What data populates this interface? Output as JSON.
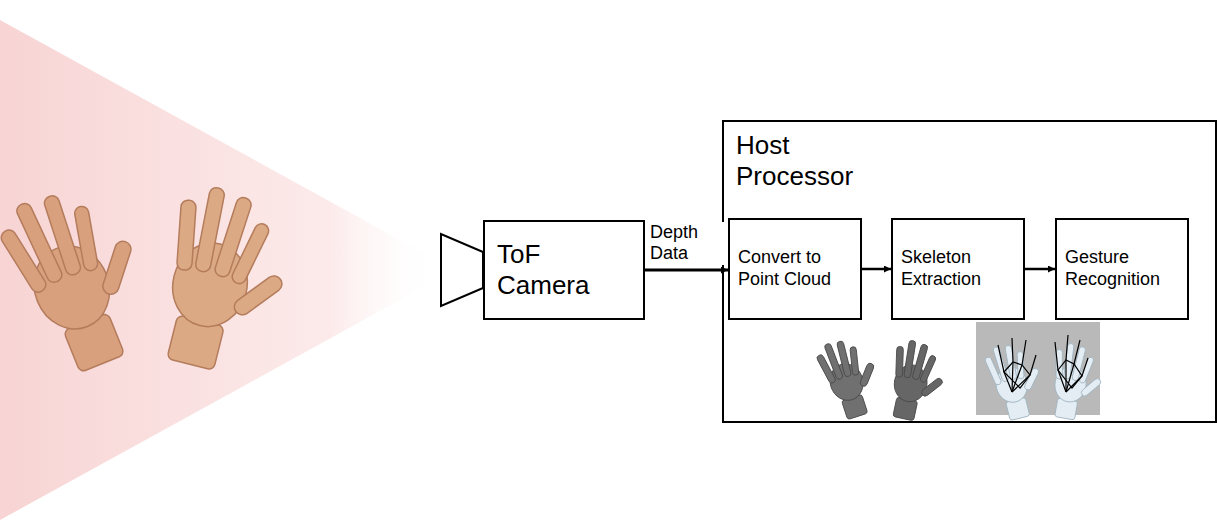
{
  "diagram": {
    "nodes": [
      {
        "text": [
          "ToF Camera"
        ]
      },
      {
        "text": [
          "Host Processor"
        ]
      },
      {
        "text": [
          "Convert to Point Cloud"
        ],
        "in": 1
      },
      {
        "text": [
          "Skeleton Extraction"
        ],
        "in": 1
      },
      {
        "text": [
          "Gesture Recognition"
        ],
        "in": 1
      }
    ],
    "edges": [
      {
        "from": 0,
        "to": 2,
        "label": "Depth Data",
        "arrow": "to"
      },
      {
        "from": 2,
        "to": 3,
        "arrow": "to"
      },
      {
        "from": 3,
        "to": 4,
        "arrow": "to"
      }
    ]
  }
}
